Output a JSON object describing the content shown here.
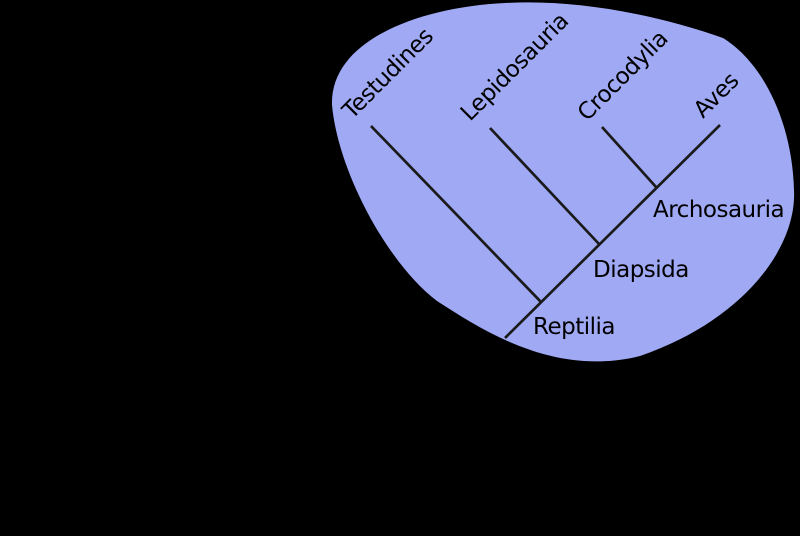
{
  "diagram": {
    "kind": "cladogram",
    "taxa": [
      {
        "label": "Testudines"
      },
      {
        "label": "Lepidosauria"
      },
      {
        "label": "Crocodylia"
      },
      {
        "label": "Aves"
      }
    ],
    "clades": [
      {
        "label": "Reptilia"
      },
      {
        "label": "Diapsida"
      },
      {
        "label": "Archosauria"
      }
    ]
  },
  "colors": {
    "background": "#000000",
    "blob_fill": "#a0a9f4",
    "branch_stroke": "#1a1a1a",
    "label_text": "#000000"
  }
}
